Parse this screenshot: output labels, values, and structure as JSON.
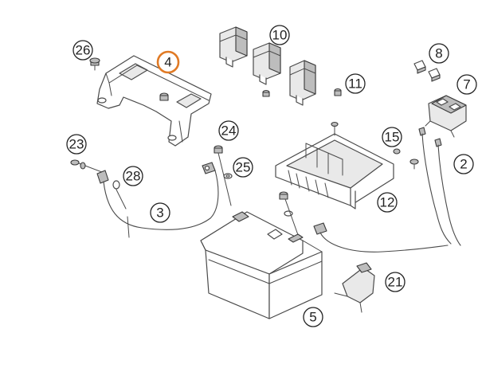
{
  "diagram": {
    "highlight_color": "#e07a25",
    "line_color": "#4a4a4a",
    "callouts": [
      {
        "id": "c2",
        "label": "2",
        "highlighted": false
      },
      {
        "id": "c3",
        "label": "3",
        "highlighted": false
      },
      {
        "id": "c4",
        "label": "4",
        "highlighted": true
      },
      {
        "id": "c5",
        "label": "5",
        "highlighted": false
      },
      {
        "id": "c7",
        "label": "7",
        "highlighted": false
      },
      {
        "id": "c8",
        "label": "8",
        "highlighted": false
      },
      {
        "id": "c10",
        "label": "10",
        "highlighted": false
      },
      {
        "id": "c11",
        "label": "11",
        "highlighted": false
      },
      {
        "id": "c12",
        "label": "12",
        "highlighted": false
      },
      {
        "id": "c15",
        "label": "15",
        "highlighted": false
      },
      {
        "id": "c21",
        "label": "21",
        "highlighted": false
      },
      {
        "id": "c23",
        "label": "23",
        "highlighted": false
      },
      {
        "id": "c24",
        "label": "24",
        "highlighted": false
      },
      {
        "id": "c25",
        "label": "25",
        "highlighted": false
      },
      {
        "id": "c26",
        "label": "26",
        "highlighted": false
      },
      {
        "id": "c28",
        "label": "28",
        "highlighted": false
      }
    ]
  }
}
